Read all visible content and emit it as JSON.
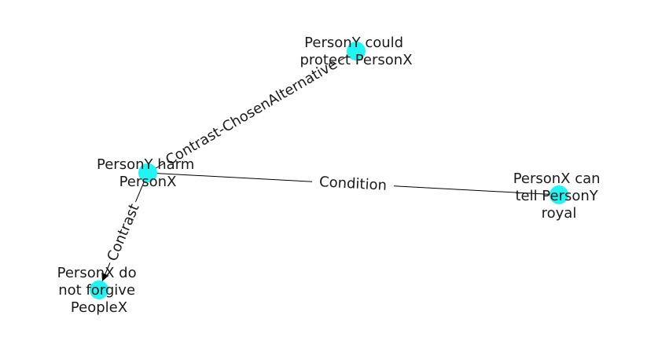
{
  "colors": {
    "node": "#22f3f3",
    "edge": "#000000",
    "text": "#1a1a1a"
  },
  "nodes": {
    "harm": {
      "label_lines": [
        "PersonY harm",
        "PersonX"
      ]
    },
    "protect": {
      "label_lines": [
        "PersonY could",
        "protect PersonX"
      ]
    },
    "tell": {
      "label_lines": [
        "PersonX can",
        "tell PersonY",
        "royal"
      ]
    },
    "forgive": {
      "label_lines": [
        "PersonX do",
        "not forgive",
        "PeopleX"
      ]
    }
  },
  "edges": {
    "harm_protect": {
      "source": "harm",
      "target": "protect",
      "label": "Contrast-ChosenAlternative"
    },
    "harm_tell": {
      "source": "harm",
      "target": "tell",
      "label": "Condition"
    },
    "harm_forgive": {
      "source": "harm",
      "target": "forgive",
      "label": "Contrast"
    }
  }
}
